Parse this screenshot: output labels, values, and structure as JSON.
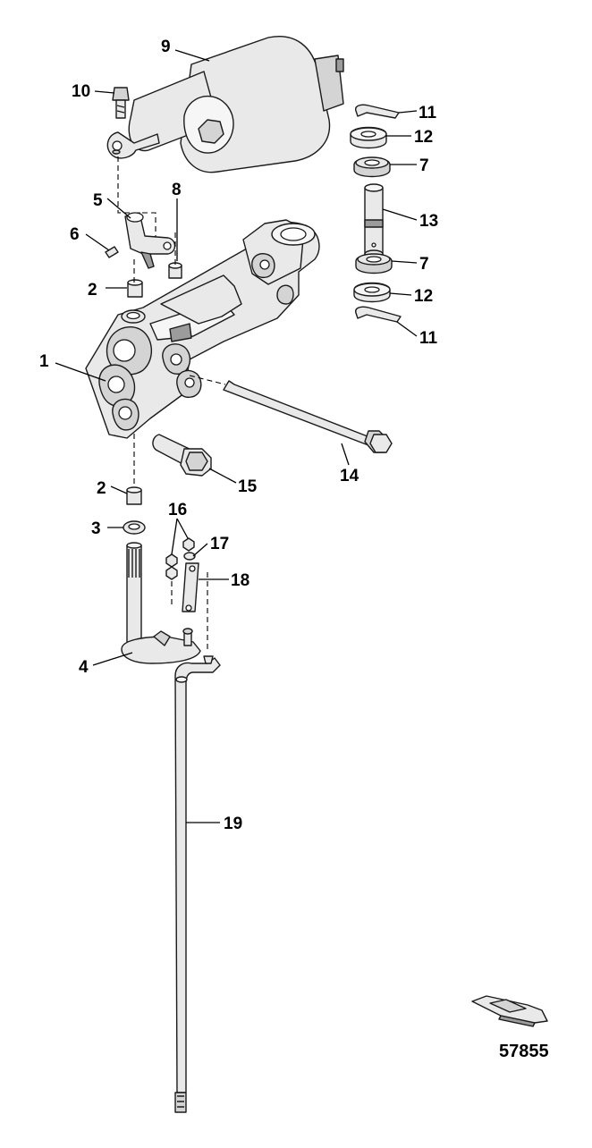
{
  "callouts": {
    "c1": "1",
    "c2a": "2",
    "c2b": "2",
    "c3": "3",
    "c4": "4",
    "c5": "5",
    "c6": "6",
    "c7a": "7",
    "c7b": "7",
    "c8": "8",
    "c9": "9",
    "c10": "10",
    "c11a": "11",
    "c11b": "11",
    "c12a": "12",
    "c12b": "12",
    "c13": "13",
    "c14": "14",
    "c15": "15",
    "c16": "16",
    "c17": "17",
    "c18": "18",
    "c19": "19"
  },
  "reference_number": "57855",
  "colors": {
    "line": "#1a1a1a",
    "fill": "#e9e9e9",
    "shade": "#9c9c9c"
  }
}
